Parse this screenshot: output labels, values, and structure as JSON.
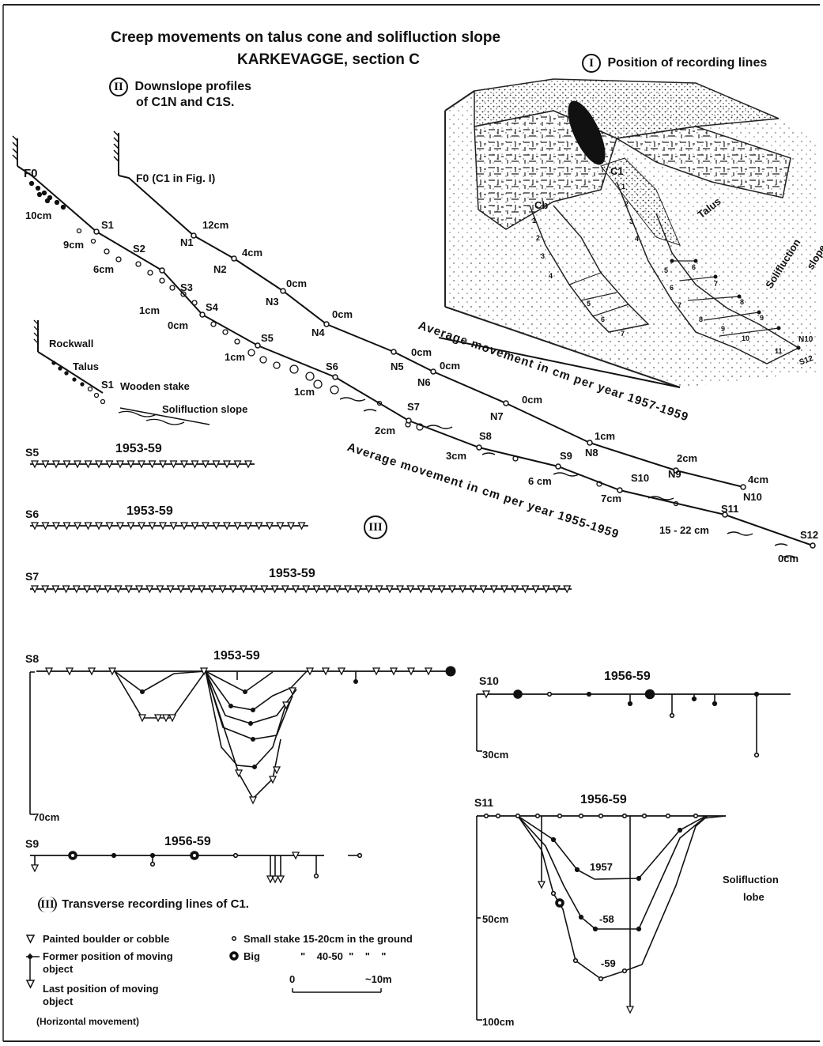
{
  "title": {
    "line1": "Creep movements on talus cone and solifluction slope",
    "line2": "KARKEVAGGE, section C"
  },
  "panel_I": {
    "numeral": "I",
    "title": "Position of recording lines",
    "labels": {
      "c1": "C1",
      "cb": "Cb",
      "talus": "Talus",
      "solifluction": "Solifluction",
      "slope": "slope",
      "n10": "N10",
      "s12": "S12"
    },
    "left_line_numbers": [
      "1",
      "2",
      "3",
      "4",
      "5",
      "6",
      "7"
    ],
    "right_line_numbers": [
      "1",
      "2",
      "3",
      "4",
      "5",
      "6",
      "7",
      "8",
      "9",
      "10",
      "11"
    ],
    "right_cross_numbers": [
      "6",
      "7",
      "8",
      "9"
    ]
  },
  "panel_II": {
    "numeral": "II",
    "title_line1": "Downslope profiles",
    "title_line2": "of C1N and C1S.",
    "f0_left": "F0",
    "f0_right": "F0 (C1 in Fig. I)",
    "north_points": [
      {
        "name": "N1",
        "movement": "12cm"
      },
      {
        "name": "N2",
        "movement": "4cm"
      },
      {
        "name": "N3",
        "movement": "0cm"
      },
      {
        "name": "N4",
        "movement": "0cm"
      },
      {
        "name": "N5",
        "movement": "0cm"
      },
      {
        "name": "N6",
        "movement": "0cm"
      },
      {
        "name": "N7",
        "movement": "0cm"
      },
      {
        "name": "N8",
        "movement": "1cm"
      },
      {
        "name": "N9",
        "movement": "2cm"
      },
      {
        "name": "N10",
        "movement": "4cm"
      }
    ],
    "south_points": [
      {
        "name": "S1",
        "movement": "10cm"
      },
      {
        "name": "S2",
        "movement": "9cm"
      },
      {
        "name": "S3",
        "movement": "6cm"
      },
      {
        "name": "S4",
        "movement": "1cm"
      },
      {
        "name": "S5",
        "movement": "0cm"
      },
      {
        "name": "S6",
        "movement": "1cm"
      },
      {
        "name": "S7",
        "movement": "1cm"
      },
      {
        "name": "S8",
        "movement": "2cm"
      },
      {
        "name": "S9",
        "movement": "3cm"
      },
      {
        "name": "S10",
        "movement": "6 cm"
      },
      {
        "name": "S11",
        "movement": "7cm"
      },
      {
        "name": "S12",
        "movement": "15 - 22 cm",
        "extra": "0cm"
      }
    ],
    "avg_north": "Average movement in cm per year 1957-1959",
    "avg_south": "Average movement in cm per year 1955-1959",
    "inset": {
      "rockwall": "Rockwall",
      "talus": "Talus",
      "s1": "S1",
      "stake": "Wooden stake",
      "solifluction": "Solifluction slope"
    }
  },
  "panel_III": {
    "numeral": "III",
    "title": "Transverse recording lines of C1.",
    "lines": [
      {
        "name": "S5",
        "period": "1953-59"
      },
      {
        "name": "S6",
        "period": "1953-59"
      },
      {
        "name": "S7",
        "period": "1953-59"
      },
      {
        "name": "S8",
        "period": "1953-59",
        "depth": "70cm"
      },
      {
        "name": "S9",
        "period": "1956-59"
      },
      {
        "name": "S10",
        "period": "1956-59",
        "depth": "30cm"
      },
      {
        "name": "S11",
        "period": "1956-59",
        "depth_mid": "50cm",
        "depth": "100cm",
        "curves": [
          "1957",
          "-58",
          "-59"
        ],
        "lobe_line1": "Solifluction",
        "lobe_line2": "lobe"
      }
    ]
  },
  "legend": {
    "painted": "Painted boulder or cobble",
    "small_stake": "Small stake 15-20cm in the ground",
    "former_line1": "Former position of moving",
    "former_line2": "object",
    "big": "Big",
    "big_size": "\"    40-50  \"    \"    \"",
    "last_line1": "Last position of moving",
    "last_line2": "object",
    "scale_start": "0",
    "scale_end": "~10m",
    "note": "(Horizontal movement)"
  }
}
